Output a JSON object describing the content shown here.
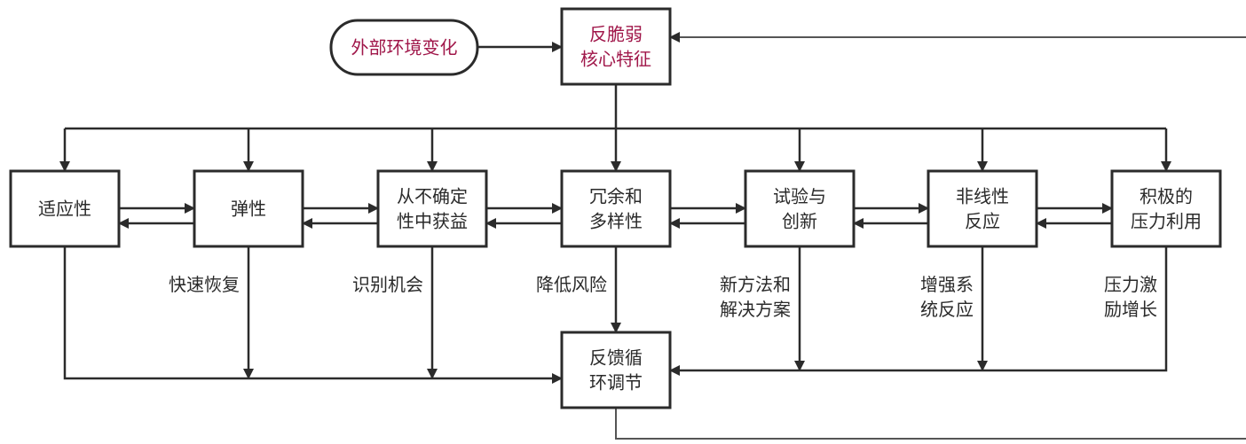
{
  "diagram": {
    "title": "反脆弱核心特征系统图",
    "colors": {
      "accent": "#a0174a",
      "text": "#2a2a2a",
      "stroke": "#2b2b2b"
    },
    "input_node": {
      "id": "external",
      "label": [
        "外部环境变化"
      ]
    },
    "core_node": {
      "id": "core",
      "label": [
        "反脆弱",
        "核心特征"
      ]
    },
    "feedback_node": {
      "id": "feedback",
      "label": [
        "反馈循",
        "环调节"
      ]
    },
    "features": [
      {
        "id": "adaptability",
        "label": [
          "适应性"
        ],
        "outcome": []
      },
      {
        "id": "resilience",
        "label": [
          "弹性"
        ],
        "outcome": [
          "快速恢复"
        ]
      },
      {
        "id": "gain-from-uncertainty",
        "label": [
          "从不确定",
          "性中获益"
        ],
        "outcome": [
          "识别机会"
        ]
      },
      {
        "id": "redundancy-diversity",
        "label": [
          "冗余和",
          "多样性"
        ],
        "outcome": [
          "降低风险"
        ]
      },
      {
        "id": "experiment-innovation",
        "label": [
          "试验与",
          "创新"
        ],
        "outcome": [
          "新方法和",
          "解决方案"
        ]
      },
      {
        "id": "nonlinear-response",
        "label": [
          "非线性",
          "反应"
        ],
        "outcome": [
          "增强系",
          "统反应"
        ]
      },
      {
        "id": "positive-stress-use",
        "label": [
          "积极的",
          "压力利用"
        ],
        "outcome": [
          "压力激",
          "励增长"
        ]
      }
    ],
    "edges": [
      {
        "from": "external",
        "to": "core"
      },
      {
        "from": "core",
        "to": "features",
        "type": "broadcast"
      },
      {
        "between": "adjacent-features",
        "type": "bidirectional"
      },
      {
        "from": "features",
        "to": "feedback"
      },
      {
        "from": "feedback",
        "to": "core",
        "type": "loop"
      }
    ]
  }
}
